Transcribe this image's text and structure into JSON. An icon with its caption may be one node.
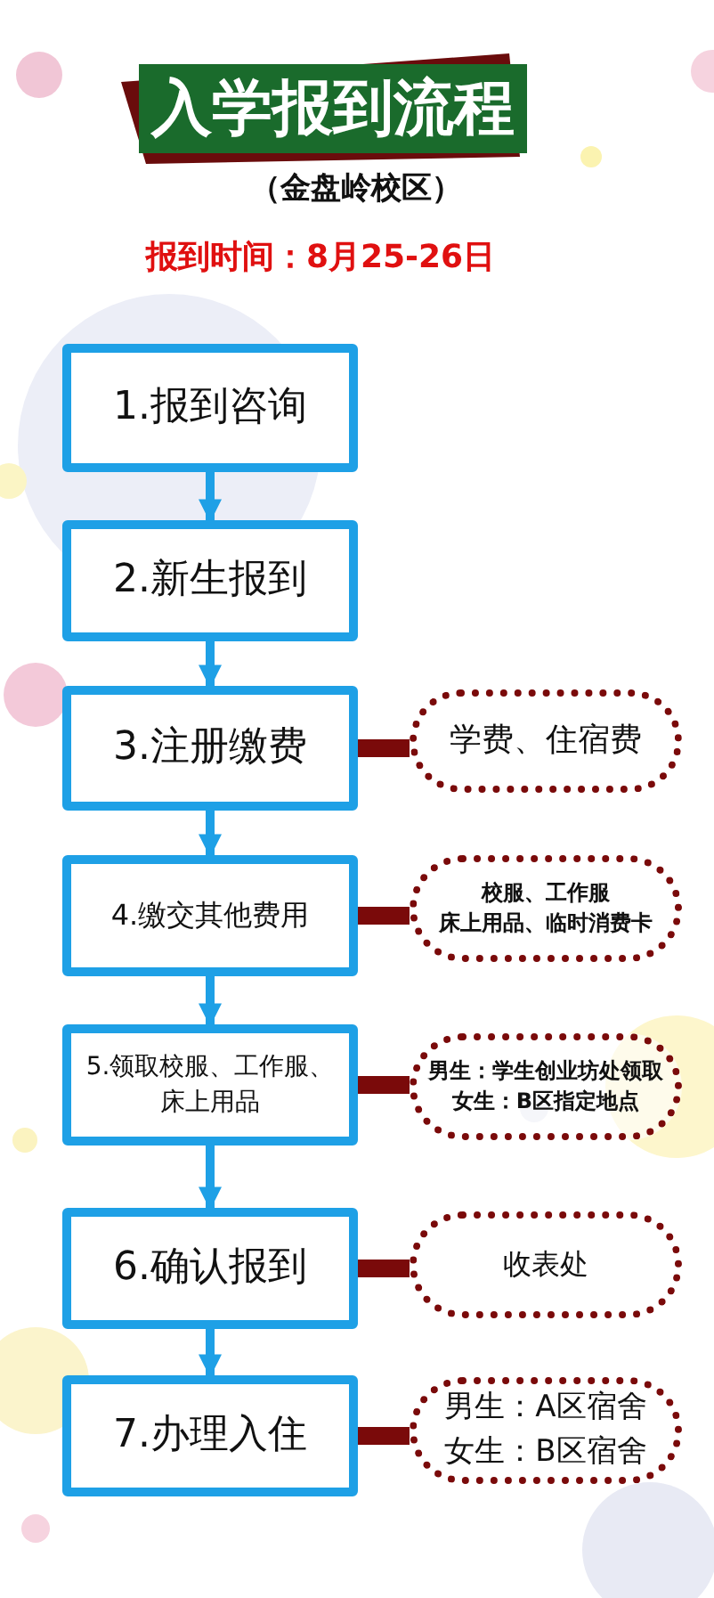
{
  "diagram": {
    "title": "入学报到流程",
    "nodes": [
      {
        "text": [
          "1.报到咨询"
        ]
      },
      {
        "text": [
          "2.新生报到"
        ]
      },
      {
        "text": [
          "3.注册缴费"
        ]
      },
      {
        "text": [
          "4.缴交其他费用"
        ]
      },
      {
        "text": [
          "5.领取校服、工作服、床上用品"
        ]
      },
      {
        "text": [
          "6.确认报到"
        ]
      },
      {
        "text": [
          "7.办理入住"
        ]
      },
      {
        "text": [
          "学费、住宿费"
        ]
      },
      {
        "text": [
          "校服、工作服",
          "床上用品、临时消费卡"
        ]
      },
      {
        "text": [
          "男生：学生创业坊处领取",
          "女生：B区指定地点"
        ]
      },
      {
        "text": [
          "收表处"
        ]
      },
      {
        "text": [
          "男生：A区宿舍",
          "女生：B区宿舍"
        ]
      }
    ],
    "edges": [
      {
        "from": 0,
        "to": 1,
        "arrow": "to"
      },
      {
        "from": 1,
        "to": 2,
        "arrow": "to"
      },
      {
        "from": 2,
        "to": 3,
        "arrow": "to"
      },
      {
        "from": 3,
        "to": 4,
        "arrow": "to"
      },
      {
        "from": 4,
        "to": 5,
        "arrow": "to"
      },
      {
        "from": 5,
        "to": 6,
        "arrow": "to"
      },
      {
        "from": 2,
        "to": 7,
        "arrow": "none",
        "style": "thick",
        "color": "#7a0a0a"
      },
      {
        "from": 3,
        "to": 8,
        "arrow": "none",
        "style": "thick",
        "color": "#7a0a0a"
      },
      {
        "from": 4,
        "to": 9,
        "arrow": "none",
        "style": "thick",
        "color": "#7a0a0a"
      },
      {
        "from": 5,
        "to": 10,
        "arrow": "none",
        "style": "thick",
        "color": "#7a0a0a"
      },
      {
        "from": 6,
        "to": 11,
        "arrow": "none",
        "style": "thick",
        "color": "#7a0a0a"
      }
    ],
    "labels": [
      "（金盘岭校区）",
      "报到时间：8月25-26日"
    ]
  }
}
